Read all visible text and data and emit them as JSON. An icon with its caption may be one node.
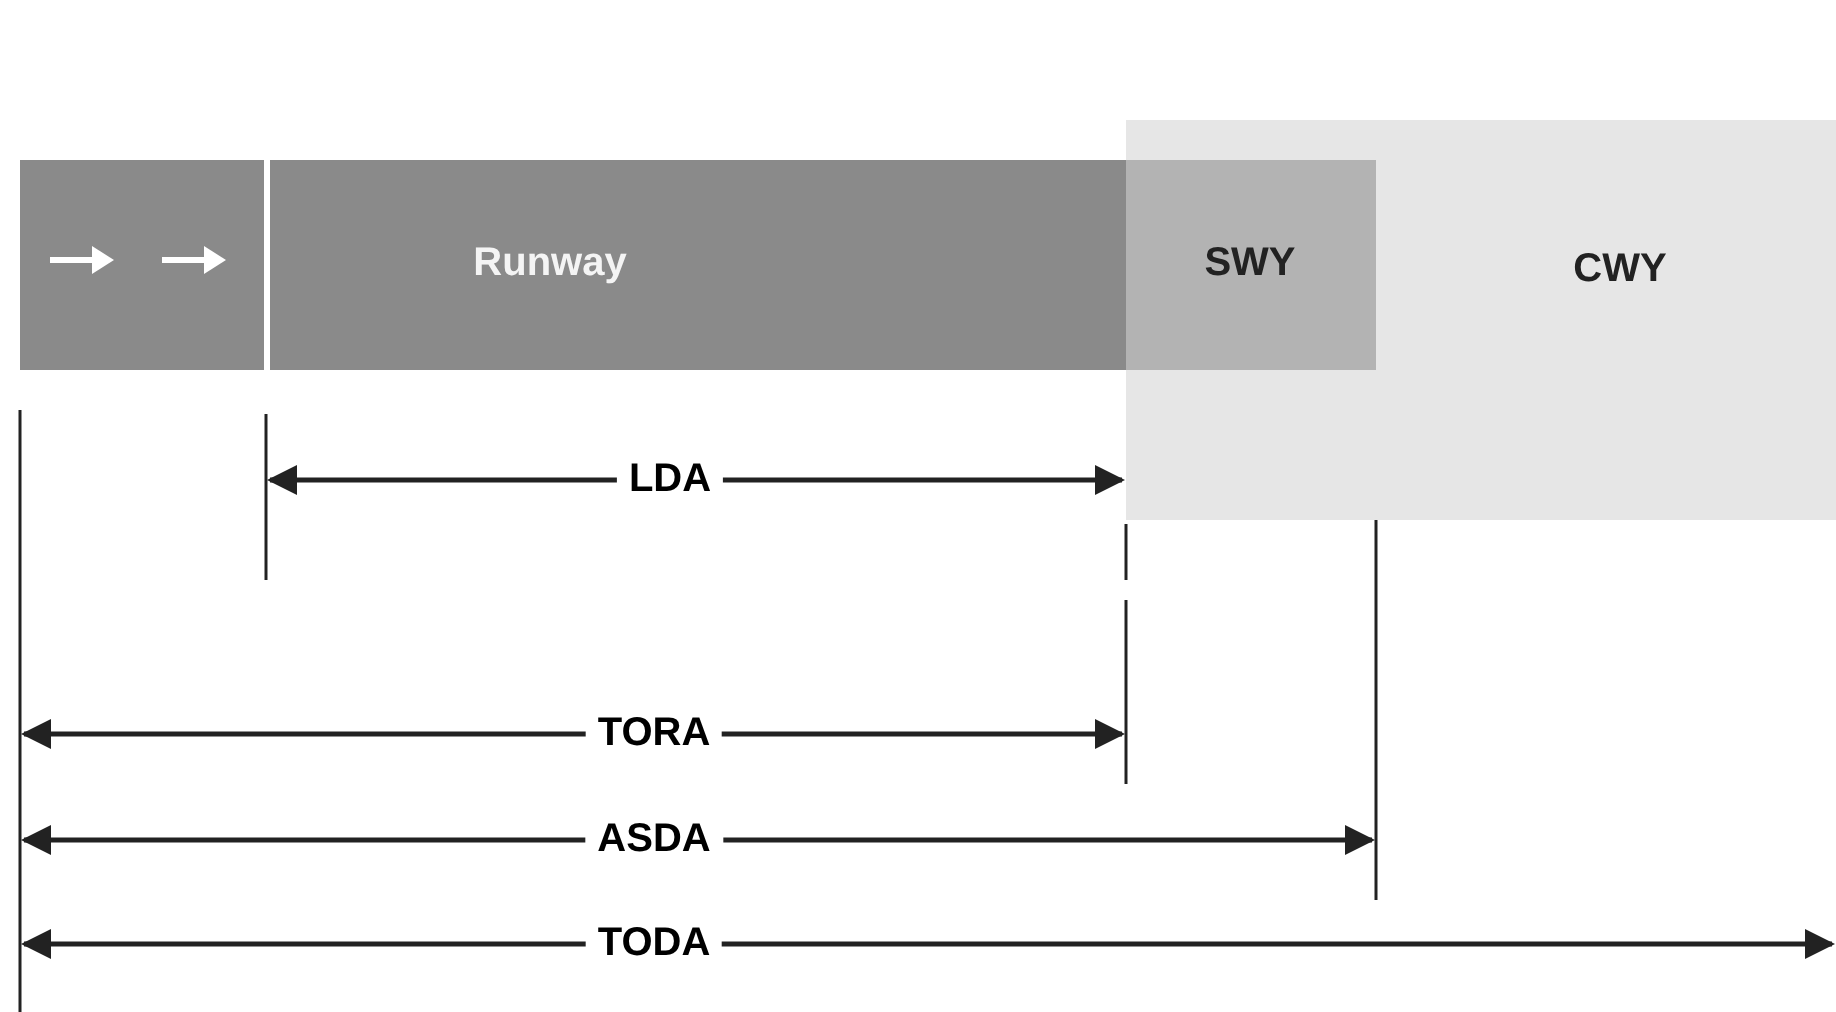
{
  "diagram": {
    "nodes": [
      {
        "text": [],
        "shape": "box"
      },
      {
        "text": [
          "Runway"
        ]
      },
      {
        "text": [
          "CWY"
        ]
      },
      {
        "text": [
          "SWY"
        ],
        "in": 2
      }
    ],
    "labels": [
      "LDA",
      "TORA",
      "ASDA",
      "TODA"
    ]
  }
}
